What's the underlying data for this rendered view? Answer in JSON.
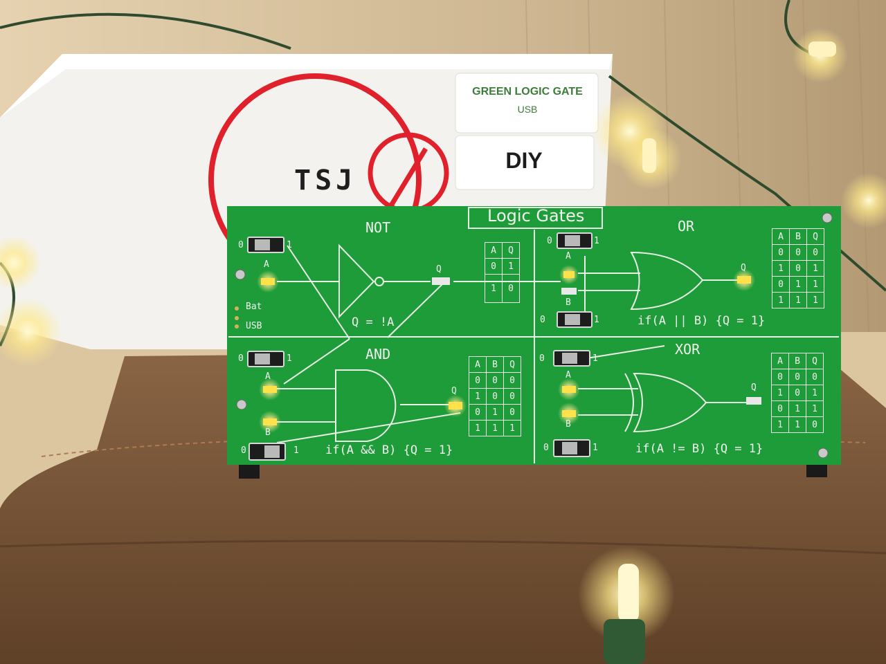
{
  "box": {
    "label_top": "GREEN LOGIC GATE",
    "label_top_sub": "USB",
    "label_bottom": "DIY",
    "logo": "TSJ"
  },
  "pcb": {
    "title": "Logic Gates",
    "power": {
      "bat": "Bat",
      "usb": "USB"
    },
    "not": {
      "title": "NOT",
      "expr": "Q = !A",
      "headers": [
        "A",
        "Q"
      ],
      "rows": [
        [
          "0",
          "1"
        ],
        [
          "1",
          "0"
        ]
      ]
    },
    "or": {
      "title": "OR",
      "expr": "if(A || B) {Q = 1}",
      "headers": [
        "A",
        "B",
        "Q"
      ],
      "rows": [
        [
          "0",
          "0",
          "0"
        ],
        [
          "1",
          "0",
          "1"
        ],
        [
          "0",
          "1",
          "1"
        ],
        [
          "1",
          "1",
          "1"
        ]
      ]
    },
    "and": {
      "title": "AND",
      "expr": "if(A && B) {Q = 1}",
      "headers": [
        "A",
        "B",
        "Q"
      ],
      "rows": [
        [
          "0",
          "0",
          "0"
        ],
        [
          "1",
          "0",
          "0"
        ],
        [
          "0",
          "1",
          "0"
        ],
        [
          "1",
          "1",
          "1"
        ]
      ]
    },
    "xor": {
      "title": "XOR",
      "expr": "if(A != B) {Q = 1}",
      "headers": [
        "A",
        "B",
        "Q"
      ],
      "rows": [
        [
          "0",
          "0",
          "0"
        ],
        [
          "1",
          "0",
          "1"
        ],
        [
          "0",
          "1",
          "1"
        ],
        [
          "1",
          "1",
          "0"
        ]
      ]
    },
    "labels": {
      "a": "A",
      "b": "B",
      "q": "Q",
      "zero": "0",
      "one": "1"
    }
  },
  "colors": {
    "pcb_green": "#1e9c3a",
    "silkscreen": "#f1f5ee",
    "led_on": "#ffe14a",
    "box_white": "#f3f2ef",
    "logo_red": "#e0202a",
    "book_brown": "#7a5638",
    "wood": "#d9c3a0"
  }
}
